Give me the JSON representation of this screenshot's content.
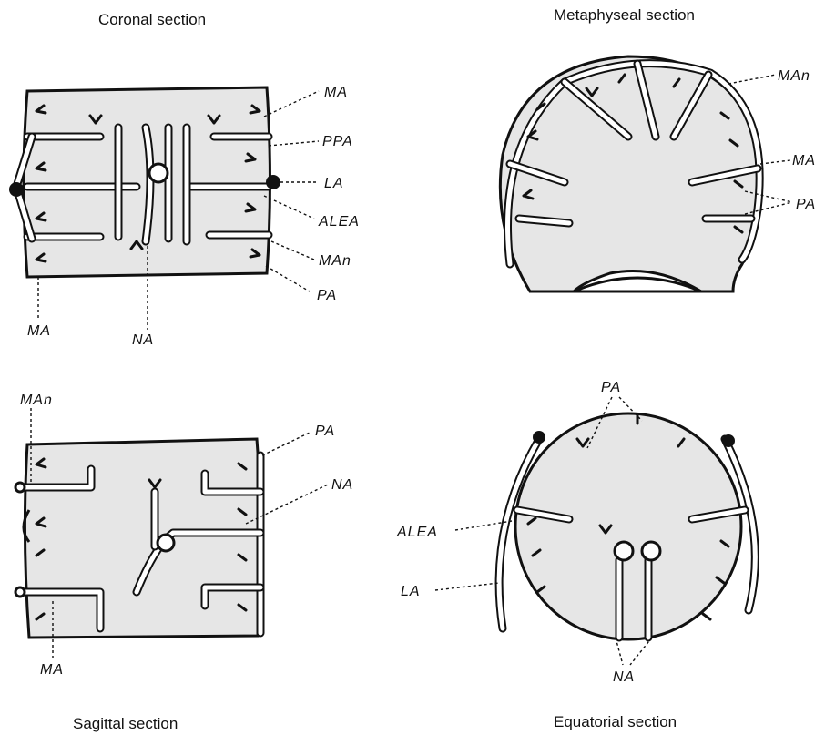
{
  "panels": {
    "coronal": {
      "title": "Coronal section",
      "labels": [
        "MA",
        "PPA",
        "LA",
        "ALEA",
        "MAn",
        "PA",
        "MA",
        "NA"
      ]
    },
    "metaphyseal": {
      "title": "Metaphyseal section",
      "labels": [
        "MAn",
        "MA",
        "PA"
      ]
    },
    "sagittal": {
      "title": "Sagittal section",
      "labels": [
        "MAn",
        "PA",
        "NA",
        "MA"
      ]
    },
    "equatorial": {
      "title": "Equatorial section",
      "labels": [
        "PA",
        "ALEA",
        "LA",
        "NA"
      ]
    }
  },
  "colors": {
    "tissue": "#e6e6e6",
    "ink": "#111111"
  }
}
